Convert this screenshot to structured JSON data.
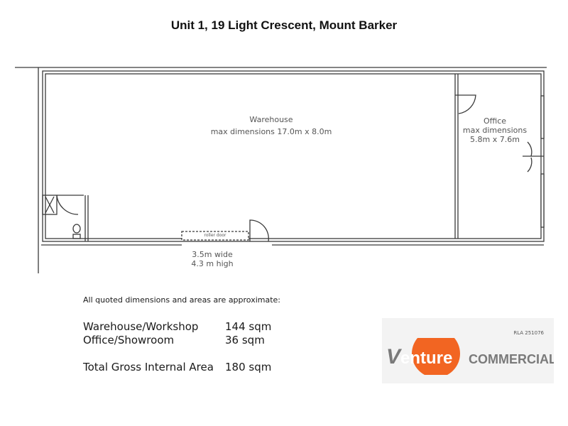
{
  "title": "Unit 1, 19 Light Crescent, Mount Barker",
  "plan": {
    "warehouse_label": "Warehouse",
    "warehouse_dimensions": "max dimensions 17.0m x 8.0m",
    "office_label": "Office",
    "office_dimensions_label": "max dimensions",
    "office_dimensions": "5.8m x 7.6m",
    "roller_door_label": "roller door",
    "door_width": "3.5m wide",
    "door_height": "4.3 m high"
  },
  "notes": {
    "disclaimer": "All quoted dimensions and areas are approximate:",
    "areas": [
      {
        "name": "Warehouse/Workshop",
        "value": "144 sqm"
      },
      {
        "name": "Office/Showroom",
        "value": "36 sqm"
      }
    ],
    "total": {
      "name": "Total Gross Internal Area",
      "value": "180 sqm"
    }
  },
  "branding": {
    "rla": "RLA 251076",
    "logo_text_1": "Venture",
    "logo_text_2": "COMMERCIAL",
    "orange": "#f26522",
    "grey": "#7a7a7a"
  }
}
